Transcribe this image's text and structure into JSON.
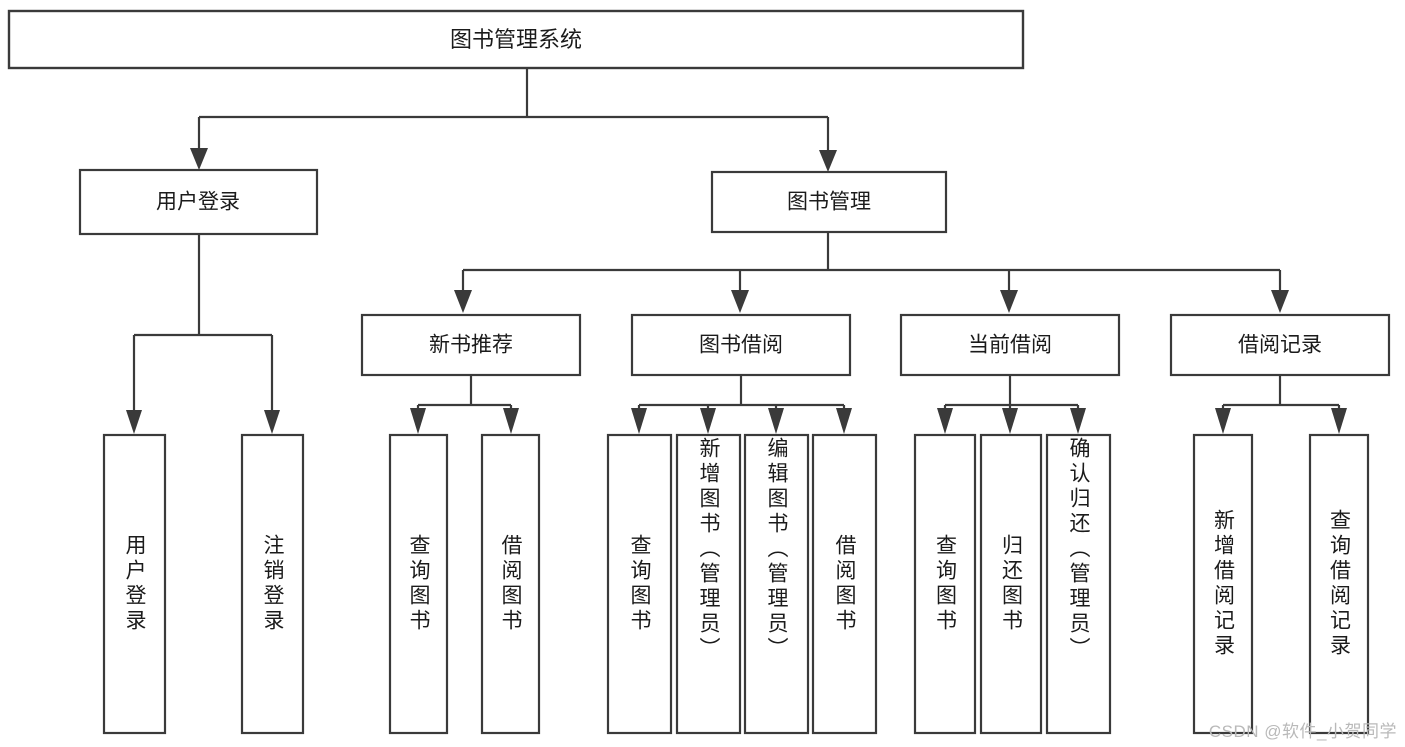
{
  "diagram": {
    "type": "tree",
    "title": "图书管理系统",
    "watermark": "CSDN @软件_小贺同学",
    "colors": {
      "stroke": "#3a3a3a",
      "fill": "#ffffff",
      "text": "#1b1b1b",
      "watermark": "#b9b9b9"
    },
    "root": {
      "label": "图书管理系统"
    },
    "level2": [
      {
        "label": "用户登录"
      },
      {
        "label": "图书管理"
      }
    ],
    "level3": [
      {
        "label": "新书推荐"
      },
      {
        "label": "图书借阅"
      },
      {
        "label": "当前借阅"
      },
      {
        "label": "借阅记录"
      }
    ],
    "leaves": {
      "user_login": [
        {
          "label": "用户登录"
        },
        {
          "label": "注销登录"
        }
      ],
      "new_book": [
        {
          "label": "查询图书"
        },
        {
          "label": "借阅图书"
        }
      ],
      "borrow_book": [
        {
          "label": "查询图书"
        },
        {
          "label": "新增图书（管理员）"
        },
        {
          "label": "编辑图书（管理员）"
        },
        {
          "label": "借阅图书"
        }
      ],
      "current_borrow": [
        {
          "label": "查询图书"
        },
        {
          "label": "归还图书"
        },
        {
          "label": "确认归还（管理员）"
        }
      ],
      "borrow_record": [
        {
          "label": "新增借阅记录"
        },
        {
          "label": "查询借阅记录"
        }
      ]
    }
  }
}
